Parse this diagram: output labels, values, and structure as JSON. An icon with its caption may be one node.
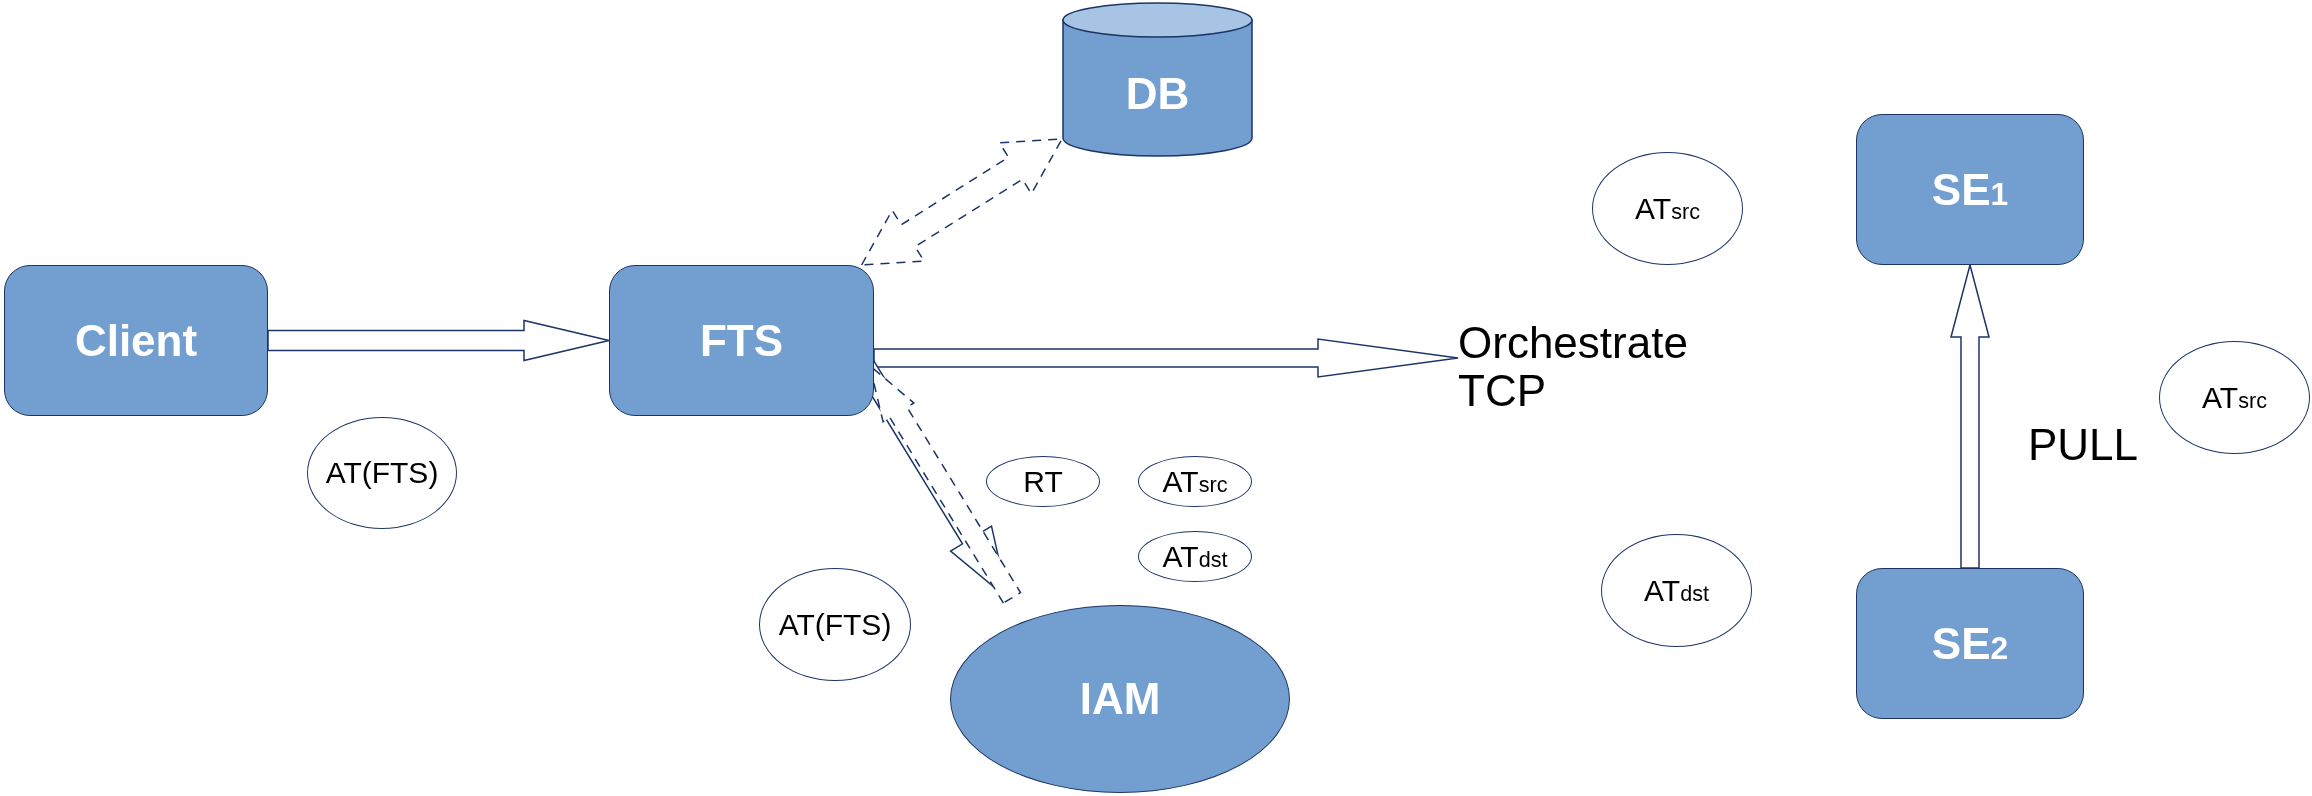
{
  "diagram": {
    "nodes": [
      {
        "text": [
          "DB"
        ]
      },
      {
        "text": [
          "Client"
        ]
      },
      {
        "text": [
          "FTS"
        ]
      },
      {
        "text": [
          "AT(FTS)"
        ]
      },
      {
        "text": [
          "RT"
        ]
      },
      {
        "text": [
          "AT$_{src}$"
        ]
      },
      {
        "text": [
          "AT$_{dst}$"
        ]
      },
      {
        "text": [
          "AT(FTS)"
        ]
      },
      {
        "text": [
          "IAM"
        ]
      },
      {
        "text": [
          "AT$_{src}$"
        ]
      },
      {
        "text": [
          "Orchestrate TCP"
        ]
      },
      {
        "text": [
          "AT$_{dst}$"
        ]
      },
      {
        "text": [
          "SE$_{1}$"
        ]
      },
      {
        "text": [
          "AT$_{src}$"
        ]
      },
      {
        "text": [
          "SE$_{2}$"
        ]
      }
    ],
    "edges": [
      {
        "from": 1,
        "to": 2,
        "arrow": "to"
      },
      {
        "from": 2,
        "to": 0,
        "arrow": "both",
        "style": "dashed"
      },
      {
        "from": 2,
        "to": 10,
        "arrow": "to"
      },
      {
        "from": 2,
        "to": 8,
        "arrow": "to"
      },
      {
        "from": 8,
        "to": 2,
        "arrow": "to",
        "style": "dashed"
      },
      {
        "from": 14,
        "to": 12,
        "arrow": "to",
        "label": "PULL"
      }
    ]
  }
}
